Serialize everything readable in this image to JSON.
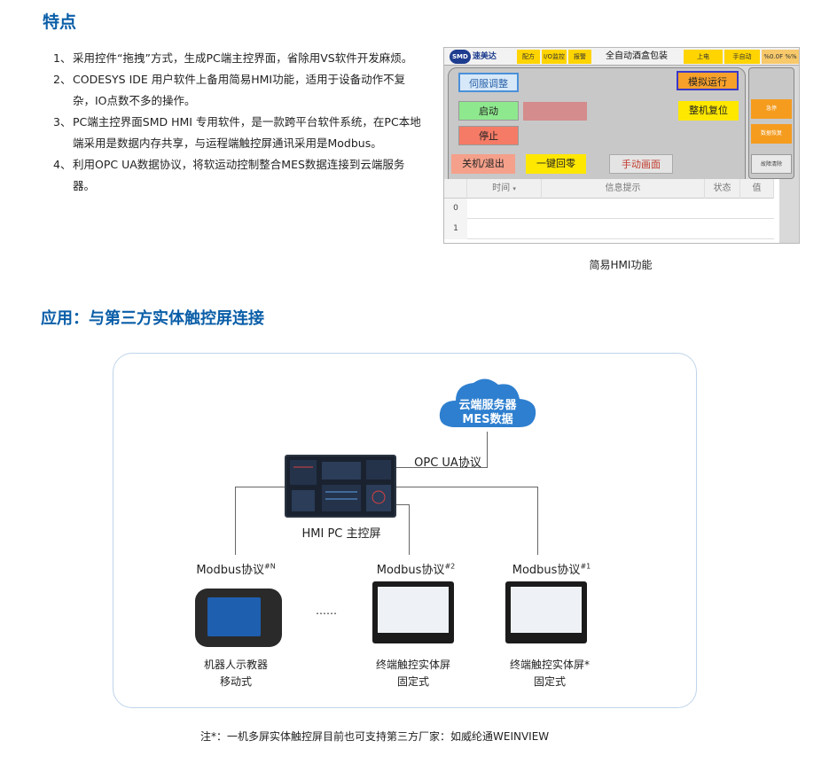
{
  "headings": {
    "features": "特点",
    "application": "应用：与第三方实体触控屏连接"
  },
  "features": [
    {
      "num": "1、",
      "text": "采用控件“拖拽”方式，生成PC端主控界面，省除用VS软件开发麻烦。"
    },
    {
      "num": "2、",
      "text": "CODESYS IDE 用户软件上备用简易HMI功能，适用于设备动作不复杂，IO点数不多的操作。"
    },
    {
      "num": "3、",
      "text": "PC端主控界面SMD HMI 专用软件，是一款跨平台软件系统，在PC本地端采用是数据内存共享，与运程端触控屏通讯采用是Modbus。"
    },
    {
      "num": "4、",
      "text": "利用OPC UA数据协议，将软运动控制整合MES数据连接到云端服务器。"
    }
  ],
  "hmi": {
    "logo_badge": "SMD",
    "logo_text": "速美达",
    "top_cells": [
      "配方",
      "I/O监控",
      "报警"
    ],
    "title": "全自动酒盒包装",
    "status_cells": [
      "上电",
      "手自动",
      "%0.0F %%"
    ],
    "buttons": {
      "servo": "伺服调整",
      "simulate": "模拟运行",
      "start": "启动",
      "reset": "整机复位",
      "stop": "停止",
      "shutdown": "关机/退出",
      "home": "一键回零",
      "manual": "手动画面"
    },
    "right_buttons": [
      "急停",
      "数据恢复",
      "故障清除"
    ],
    "table": {
      "headers": [
        "时间",
        "信息提示",
        "状态",
        "值"
      ],
      "rows": [
        "0",
        "1"
      ]
    },
    "caption": "简易HMI功能"
  },
  "diagram": {
    "cloud_line1": "云端服务器",
    "cloud_line2": "MES数据",
    "opc_label": "OPC UA协议",
    "pc_label": "HMI PC 主控屏",
    "links": [
      {
        "label": "Modbus协议",
        "sup": "#N"
      },
      {
        "label": "Modbus协议",
        "sup": "#2"
      },
      {
        "label": "Modbus协议",
        "sup": "#1"
      }
    ],
    "ellipsis": "……",
    "devices": [
      {
        "line1": "机器人示教器",
        "line2": "移动式"
      },
      {
        "line1": "终端触控实体屏",
        "line2": "固定式"
      },
      {
        "line1": "终端触控实体屏*",
        "line2": "固定式"
      }
    ]
  },
  "footnote": "注*：一机多屏实体触控屏目前也可支持第三方厂家：如威纶通WEINVIEW"
}
